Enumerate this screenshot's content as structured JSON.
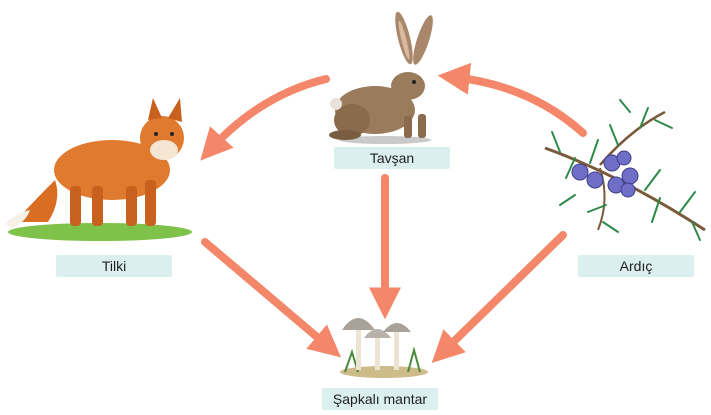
{
  "organisms": {
    "tavsan": {
      "label": "Tavşan",
      "icon": "hare-icon"
    },
    "tilki": {
      "label": "Tilki",
      "icon": "fox-icon"
    },
    "ardic": {
      "label": "Ardıç",
      "icon": "juniper-branch-icon"
    },
    "mantar": {
      "label": "Şapkalı mantar",
      "icon": "mushroom-icon"
    }
  },
  "edges": [
    {
      "from": "ardic",
      "to": "tavsan"
    },
    {
      "from": "tavsan",
      "to": "tilki"
    },
    {
      "from": "tavsan",
      "to": "mantar"
    },
    {
      "from": "tilki",
      "to": "mantar"
    },
    {
      "from": "ardic",
      "to": "mantar"
    }
  ],
  "colors": {
    "arrow": "#f4866a",
    "label_bg": "#dcefef",
    "fox": "#e07a2e",
    "hare": "#9a7b5c",
    "berry": "#6f6fc8",
    "needle": "#2f8a4a"
  }
}
